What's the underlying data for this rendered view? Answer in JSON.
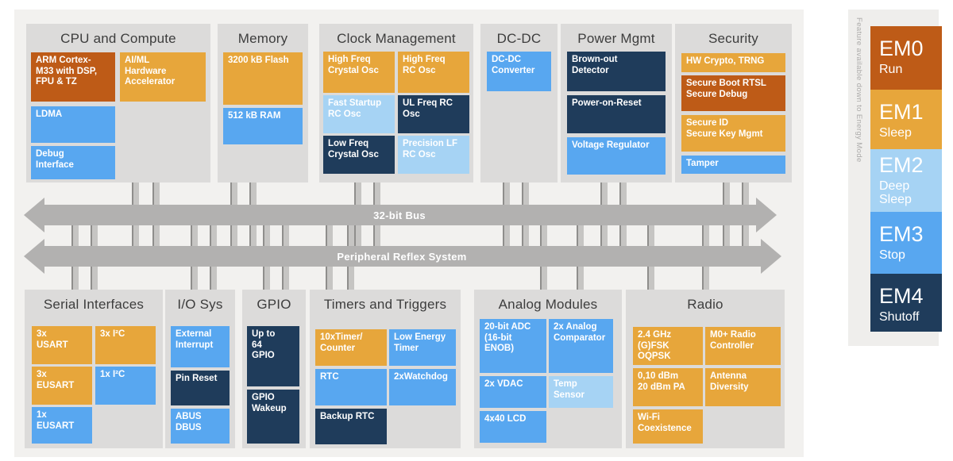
{
  "buses": {
    "bus1_label": "32-bit Bus",
    "bus2_label": "Peripheral Reflex System"
  },
  "panels": {
    "cpu": {
      "title": "CPU and Compute",
      "blocks": {
        "arm": "ARM Cortex-\nM33 with DSP,\nFPU & TZ",
        "aiml": "AI/ML\nHardware\nAccelerator",
        "ldma": "LDMA",
        "debug": "Debug\nInterface"
      }
    },
    "memory": {
      "title": "Memory",
      "blocks": {
        "flash": "3200 kB Flash",
        "ram": "512 kB RAM"
      }
    },
    "clock": {
      "title": "Clock Management",
      "blocks": {
        "hfxo": "High Freq\nCrystal Osc",
        "hfrco": "High Freq\nRC Osc",
        "fsrco": "Fast Startup\nRC Osc",
        "ulfrco": "UL Freq RC\nOsc",
        "lfxo": "Low Freq\nCrystal Osc",
        "plfrco": "Precision LF\nRC Osc"
      }
    },
    "dcdc": {
      "title": "DC-DC",
      "blocks": {
        "converter": "DC-DC\nConverter"
      }
    },
    "power": {
      "title": "Power Mgmt",
      "blocks": {
        "brownout": "Brown-out\nDetector",
        "por": "Power-on-Reset",
        "vreg": "Voltage Regulator"
      }
    },
    "security": {
      "title": "Security",
      "blocks": {
        "crypto": "HW Crypto, TRNG",
        "secureboot": "Secure Boot RTSL\nSecure Debug",
        "secureid": "Secure ID\nSecure Key Mgmt",
        "tamper": "Tamper"
      }
    },
    "serial": {
      "title": "Serial Interfaces",
      "blocks": {
        "usart3": "3x\nUSART",
        "i2c3": "3x I²C",
        "eusart3": "3x\nEUSART",
        "i2c1": "1x I²C",
        "eusart1": "1x\nEUSART"
      }
    },
    "iosys": {
      "title": "I/O Sys",
      "blocks": {
        "extint": "External\nInterrupt",
        "pinreset": "Pin Reset",
        "abus": "ABUS\nDBUS"
      }
    },
    "gpio": {
      "title": "GPIO",
      "blocks": {
        "upto64": "Up to\n64\nGPIO",
        "wakeup": "GPIO\nWakeup"
      }
    },
    "timers": {
      "title": "Timers and Triggers",
      "blocks": {
        "timer": "10xTimer/\nCounter",
        "letimer": "Low Energy\nTimer",
        "rtc": "RTC",
        "watchdog": "2xWatchdog",
        "backuprtc": "Backup RTC"
      }
    },
    "analog": {
      "title": "Analog Modules",
      "blocks": {
        "adc": "20-bit ADC\n(16-bit\nENOB)",
        "comparator": "2x Analog\nComparator",
        "vdac": "2x VDAC",
        "tempsensor": "Temp\nSensor",
        "lcd": "4x40 LCD"
      }
    },
    "radio": {
      "title": "Radio",
      "blocks": {
        "ghz24": "2.4 GHz\n(G)FSK\nOQPSK",
        "m0ctrl": "M0+ Radio\nController",
        "pa": "0,10 dBm\n20 dBm PA",
        "antenna": "Antenna\nDiversity",
        "wifi": "Wi-Fi\nCoexistence"
      }
    }
  },
  "sidebar": {
    "caption": "Feature available down to Energy Mode",
    "modes": [
      {
        "name": "EM0",
        "sub": "Run",
        "color": "#be5b17"
      },
      {
        "name": "EM1",
        "sub": "Sleep",
        "color": "#e7a63b"
      },
      {
        "name": "EM2",
        "sub": "Deep\nSleep",
        "color": "#a6d3f4"
      },
      {
        "name": "EM3",
        "sub": "Stop",
        "color": "#58a7f0"
      },
      {
        "name": "EM4",
        "sub": "Shutoff",
        "color": "#1f3c5b"
      }
    ]
  },
  "colors": {
    "rust": "#be5b17",
    "gold": "#e7a63b",
    "blue": "#58a7f0",
    "lightblue": "#a6d3f4",
    "navy": "#1f3c5b",
    "panel_gray": "#dcdbda",
    "bus_gray": "#b2b1b0"
  }
}
